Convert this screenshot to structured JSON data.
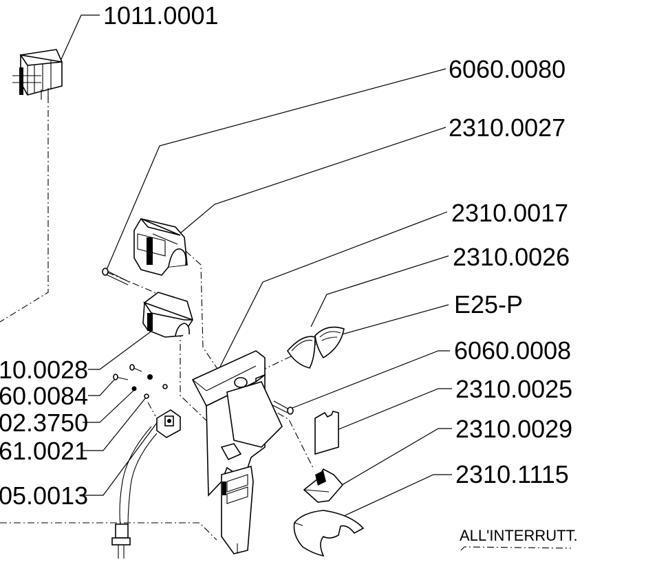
{
  "labels": {
    "l1011_0001": "1011.0001",
    "l6060_0080": "6060.0080",
    "l2310_0027": "2310.0027",
    "l2310_0017": "2310.0017",
    "l2310_0026": "2310.0026",
    "lE25_P": "E25-P",
    "l6060_0008": "6060.0008",
    "l2310_0025": "2310.0025",
    "l2310_0029": "2310.0029",
    "l2310_1115": "2310.1115",
    "l10_0028": "10.0028",
    "l60_0084": "60.0084",
    "l02_3750": "02.3750",
    "l61_0021": "61.0021",
    "l05_0013": "05.0013"
  },
  "note": {
    "interruttore": "ALL'INTERRUTT."
  }
}
